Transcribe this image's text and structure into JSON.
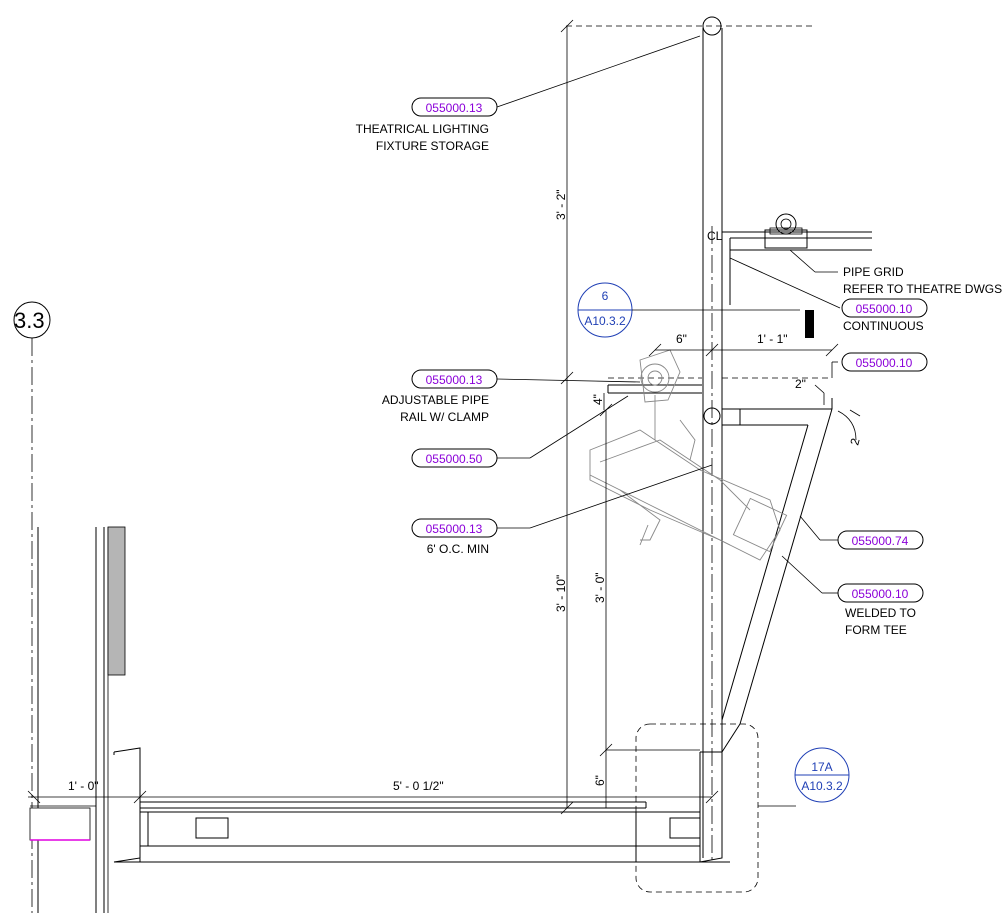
{
  "grid_bubble": {
    "label": "3.3"
  },
  "keynotes": [
    {
      "id": "k1",
      "tag": "055000.13",
      "lines": [
        "THEATRICAL LIGHTING",
        "FIXTURE STORAGE"
      ]
    },
    {
      "id": "k2",
      "tag": "055000.10",
      "lines": [
        "PIPE GRID",
        "REFER TO THEATRE DWGS",
        "CONTINUOUS"
      ]
    },
    {
      "id": "k3",
      "tag": "055000.10",
      "lines": []
    },
    {
      "id": "k4",
      "tag": "055000.13",
      "lines": [
        "ADJUSTABLE PIPE",
        "RAIL W/ CLAMP"
      ]
    },
    {
      "id": "k5",
      "tag": "055000.50",
      "lines": []
    },
    {
      "id": "k6",
      "tag": "055000.13",
      "lines": [
        "6' O.C. MIN"
      ]
    },
    {
      "id": "k7",
      "tag": "055000.74",
      "lines": []
    },
    {
      "id": "k8",
      "tag": "055000.10",
      "lines": [
        "WELDED TO",
        "FORM TEE"
      ]
    }
  ],
  "detail_refs": [
    {
      "id": "d1",
      "number": "6",
      "sheet": "A10.3.2"
    },
    {
      "id": "d2",
      "number": "17A",
      "sheet": "A10.3.2"
    }
  ],
  "dimensions": {
    "d_3_2": "3' - 2\"",
    "d_3_10": "3' - 10\"",
    "d_3_0": "3' - 0\"",
    "d_6_top": "6\"",
    "d_1_1": "1' - 1\"",
    "d_2": "2\"",
    "d_4": "4\"",
    "d_6_bottom": "6\"",
    "d_1_0": "1' - 0\"",
    "d_5_0_half": "5' - 0 1/2\"",
    "d_2_angle": "2"
  },
  "centerline_mark": "CL"
}
